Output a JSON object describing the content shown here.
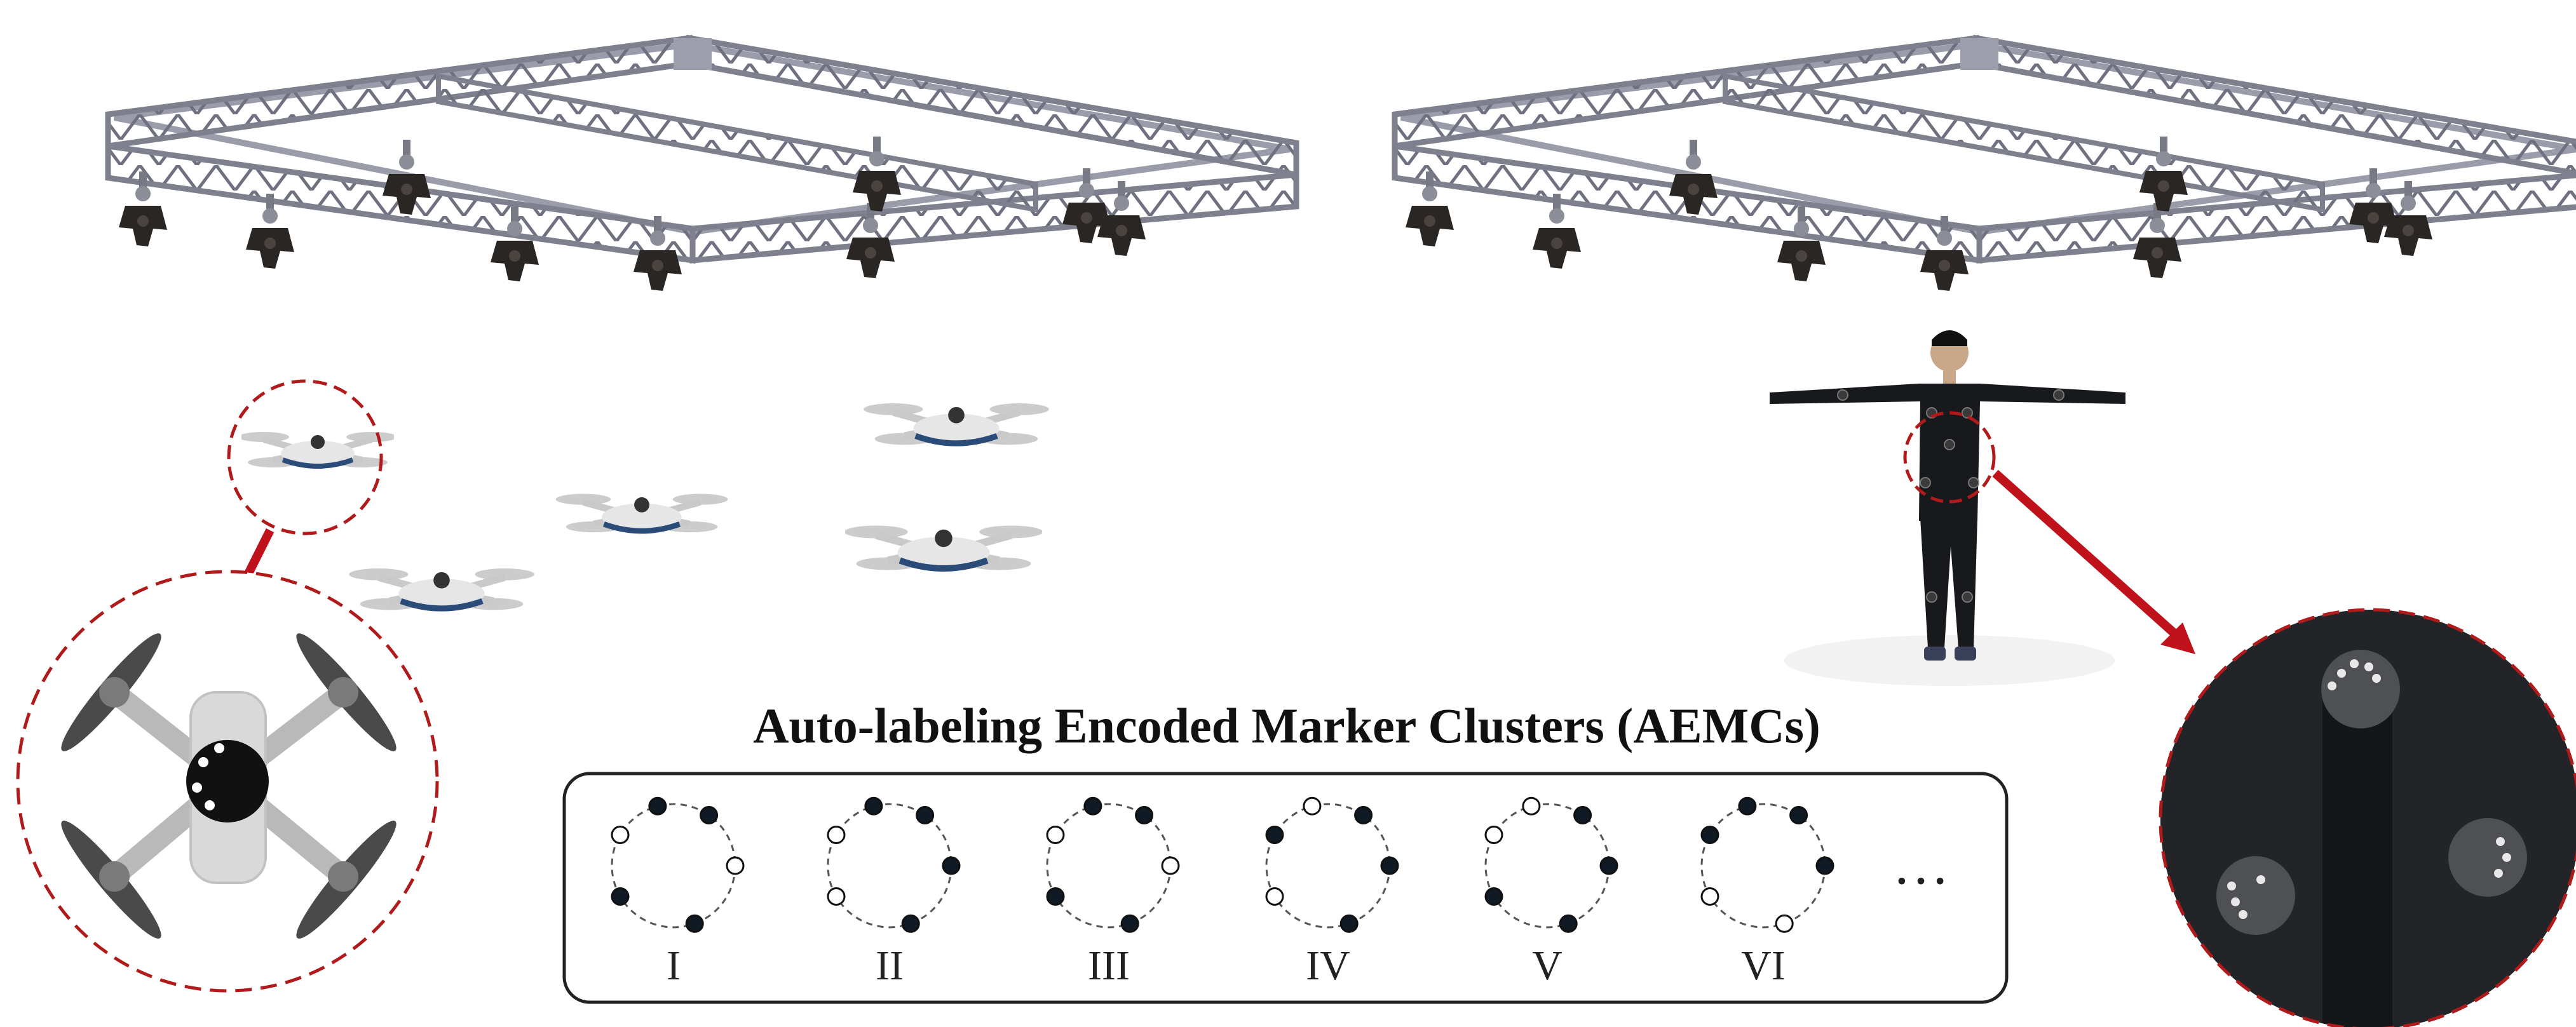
{
  "title": "Auto-labeling Encoded Marker Clusters (AEMCs)",
  "clusters": [
    {
      "label": "I",
      "markers": [
        "filled",
        "filled",
        "hollow",
        "filled",
        "filled",
        "hollow"
      ]
    },
    {
      "label": "II",
      "markers": [
        "filled",
        "filled",
        "filled",
        "filled",
        "hollow",
        "hollow"
      ]
    },
    {
      "label": "III",
      "markers": [
        "filled",
        "filled",
        "hollow",
        "filled",
        "filled",
        "hollow"
      ]
    },
    {
      "label": "IV",
      "markers": [
        "hollow",
        "filled",
        "filled",
        "filled",
        "hollow",
        "filled"
      ]
    },
    {
      "label": "V",
      "markers": [
        "hollow",
        "filled",
        "filled",
        "filled",
        "filled",
        "hollow"
      ]
    },
    {
      "label": "VI",
      "markers": [
        "filled",
        "filled",
        "filled",
        "hollow",
        "hollow",
        "filled"
      ]
    }
  ],
  "ellipsis": "…",
  "colors": {
    "truss": "#8c8e9c",
    "camera": "#2a2624",
    "highlight_circle": "#b11a1a",
    "arrow": "#c0121a",
    "marker_filled": "#0f1a24",
    "marker_hollow": "#ffffff",
    "suit": "#17191c",
    "drone_body": "#e6e6e6",
    "drone_accent": "#2b4c78"
  }
}
